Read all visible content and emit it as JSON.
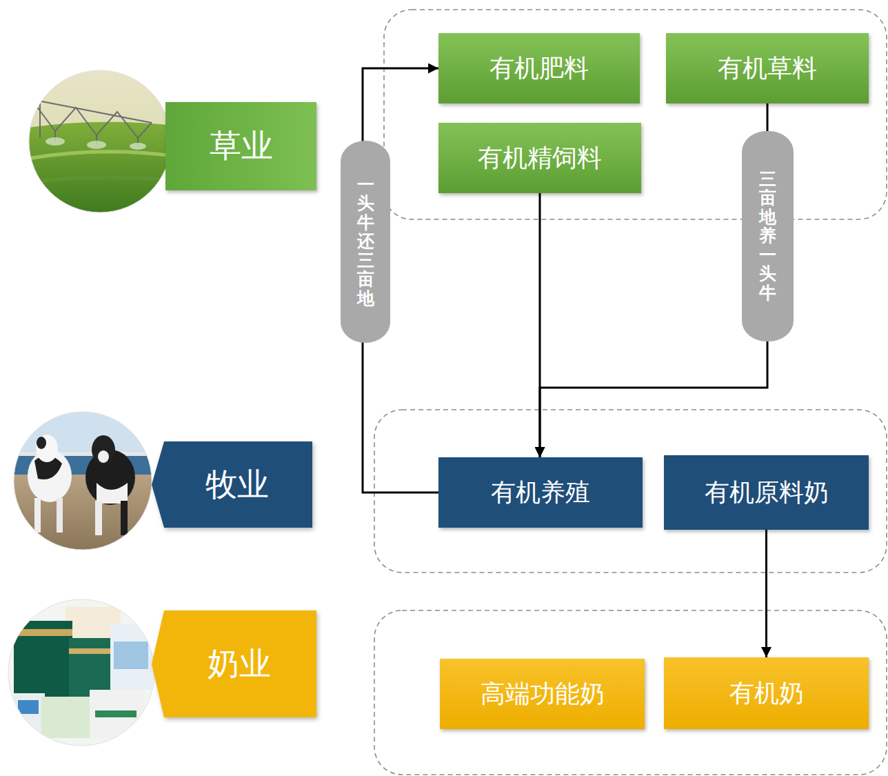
{
  "diagram": {
    "nodes": [
      {
        "text": [
          "草业"
        ]
      },
      {
        "text": [
          "有机肥料"
        ]
      },
      {
        "text": [
          "有机草料"
        ]
      },
      {
        "text": [
          "有机精饲料"
        ]
      },
      {
        "text": [
          "牧业"
        ]
      },
      {
        "text": [
          "有机养殖"
        ]
      },
      {
        "text": [
          "有机原料奶"
        ]
      },
      {
        "text": [
          "奶业"
        ]
      },
      {
        "text": [
          "高端功能奶"
        ]
      },
      {
        "text": [
          "有机奶"
        ]
      }
    ],
    "edges": [
      {
        "from": 5,
        "to": 1,
        "arrow": "to",
        "label": "一头牛还三亩地"
      },
      {
        "from": 3,
        "to": 5,
        "arrow": "to"
      },
      {
        "from": 2,
        "to": 5,
        "arrow": "to",
        "label": "三亩地养一头牛"
      },
      {
        "from": 6,
        "to": 9,
        "arrow": "to"
      }
    ]
  }
}
